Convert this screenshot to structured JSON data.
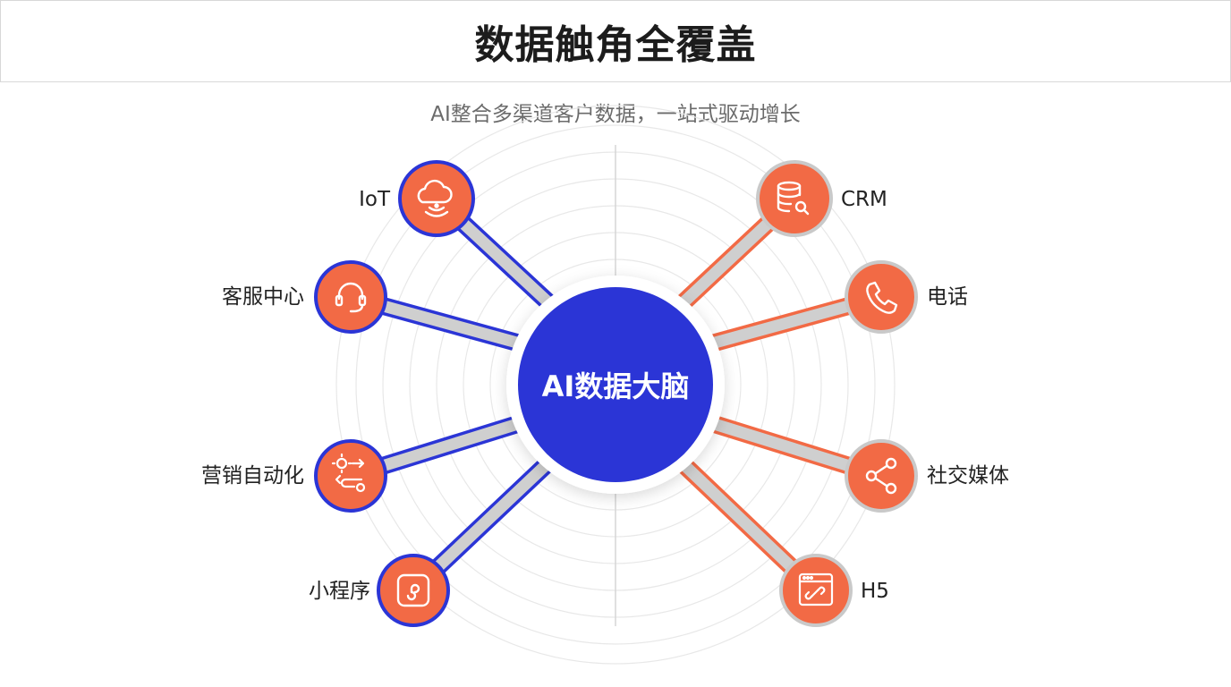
{
  "title": "数据触角全覆盖",
  "subtitle": "AI整合多渠道客户数据，一站式驱动增长",
  "center": {
    "label": "AI数据大脑"
  },
  "colors": {
    "blue": "#2b35d6",
    "orange": "#f26a45",
    "gray": "#c9c9c9",
    "ring": "#e6e6e6"
  },
  "nodes": {
    "iot": {
      "label": "IoT",
      "icon": "cloud-signal-icon"
    },
    "service": {
      "label": "客服中心",
      "icon": "headset-icon"
    },
    "marketing": {
      "label": "营销自动化",
      "icon": "automation-icon"
    },
    "miniprogram": {
      "label": "小程序",
      "icon": "mini-program-icon"
    },
    "crm": {
      "label": "CRM",
      "icon": "database-search-icon"
    },
    "phone": {
      "label": "电话",
      "icon": "phone-icon"
    },
    "social": {
      "label": "社交媒体",
      "icon": "share-icon"
    },
    "h5": {
      "label": "H5",
      "icon": "web-link-icon"
    }
  }
}
